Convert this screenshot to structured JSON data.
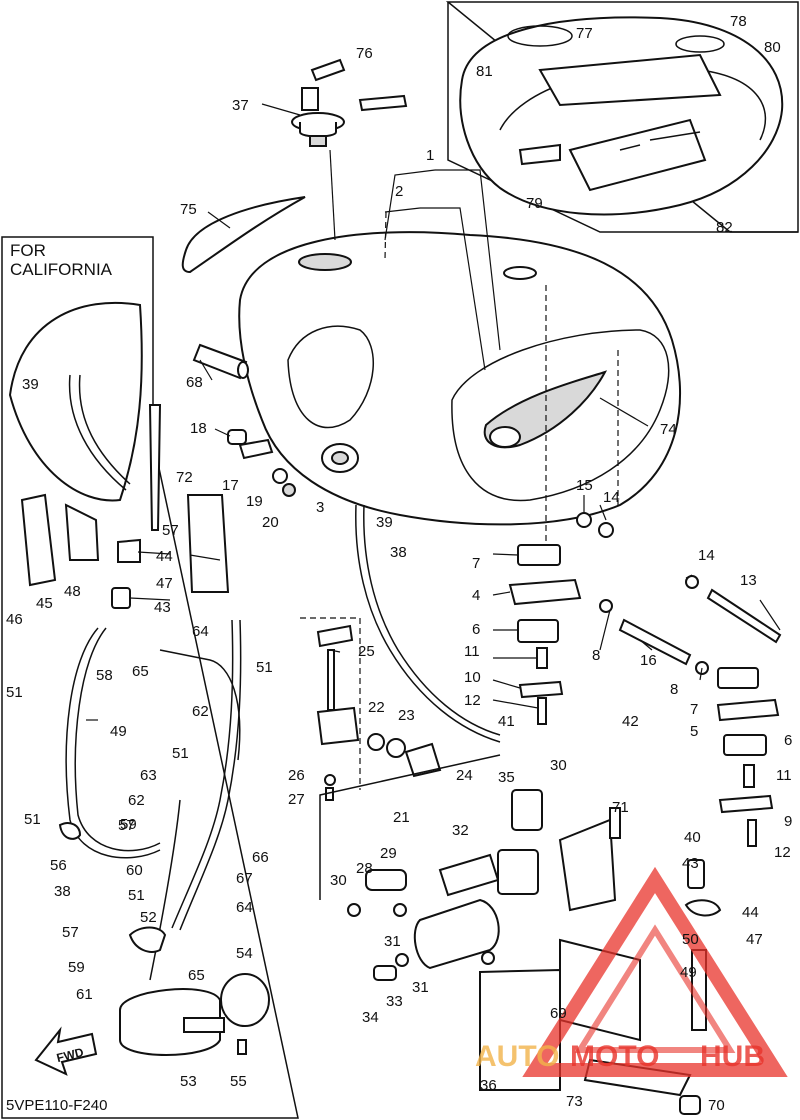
{
  "header": {
    "california_line1": "FOR",
    "california_line2": "CALIFORNIA"
  },
  "footer": {
    "diagram_code": "5VPE110-F240",
    "fwd_label": "FWD"
  },
  "watermark": {
    "part1": "AUTO",
    "part2": "MOTO",
    "part3": "HUB",
    "color_red": "#e8332b",
    "color_gold": "#f2b44a"
  },
  "callouts": [
    "1",
    "2",
    "3",
    "4",
    "5",
    "6",
    "6",
    "7",
    "7",
    "8",
    "8",
    "9",
    "10",
    "11",
    "11",
    "12",
    "12",
    "13",
    "14",
    "14",
    "15",
    "16",
    "17",
    "18",
    "19",
    "20",
    "21",
    "22",
    "23",
    "24",
    "25",
    "26",
    "27",
    "28",
    "29",
    "30",
    "30",
    "31",
    "31",
    "32",
    "33",
    "34",
    "35",
    "36",
    "37",
    "38",
    "38",
    "39",
    "39",
    "40",
    "41",
    "42",
    "43",
    "43",
    "44",
    "44",
    "45",
    "46",
    "47",
    "47",
    "48",
    "49",
    "49",
    "50",
    "51",
    "51",
    "51",
    "51",
    "51",
    "52",
    "53",
    "54",
    "55",
    "56",
    "57",
    "57",
    "57",
    "58",
    "59",
    "59",
    "60",
    "61",
    "62",
    "62",
    "63",
    "64",
    "64",
    "65",
    "65",
    "66",
    "67",
    "68",
    "69",
    "70",
    "71",
    "72",
    "73",
    "74",
    "75",
    "76",
    "77",
    "78",
    "79",
    "80",
    "81",
    "82"
  ]
}
